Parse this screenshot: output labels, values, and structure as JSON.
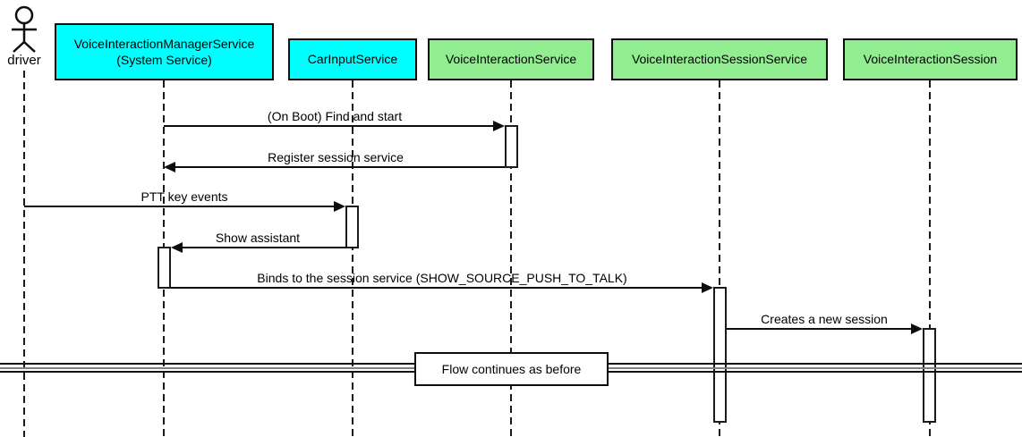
{
  "diagram": {
    "type": "sequence",
    "actor": {
      "label": "driver"
    },
    "participants": [
      {
        "label": "VoiceInteractionManagerService",
        "sublabel": "(System Service)",
        "fill": "#00ffff"
      },
      {
        "label": "CarInputService",
        "fill": "#00ffff"
      },
      {
        "label": "VoiceInteractionService",
        "fill": "#90ee90"
      },
      {
        "label": "VoiceInteractionSessionService",
        "fill": "#90ee90"
      },
      {
        "label": "VoiceInteractionSession",
        "fill": "#90ee90"
      }
    ],
    "messages": [
      {
        "label": "(On Boot) Find and start",
        "from": "VoiceInteractionManagerService",
        "to": "VoiceInteractionService",
        "direction": "right"
      },
      {
        "label": "Register session service",
        "from": "VoiceInteractionService",
        "to": "VoiceInteractionManagerService",
        "direction": "left"
      },
      {
        "label": "PTT key events",
        "from": "driver",
        "to": "CarInputService",
        "direction": "right"
      },
      {
        "label": "Show assistant",
        "from": "CarInputService",
        "to": "VoiceInteractionManagerService",
        "direction": "left"
      },
      {
        "label": "Binds to the session service (SHOW_SOURCE_PUSH_TO_TALK)",
        "from": "VoiceInteractionManagerService",
        "to": "VoiceInteractionSessionService",
        "direction": "right"
      },
      {
        "label": "Creates a new session",
        "from": "VoiceInteractionSessionService",
        "to": "VoiceInteractionSession",
        "direction": "right"
      }
    ],
    "divider": {
      "label": "Flow continues as before"
    },
    "colors": {
      "participant_cyan": "#00ffff",
      "participant_green": "#90ee90",
      "line": "#000000",
      "background": "#ffffff"
    }
  }
}
